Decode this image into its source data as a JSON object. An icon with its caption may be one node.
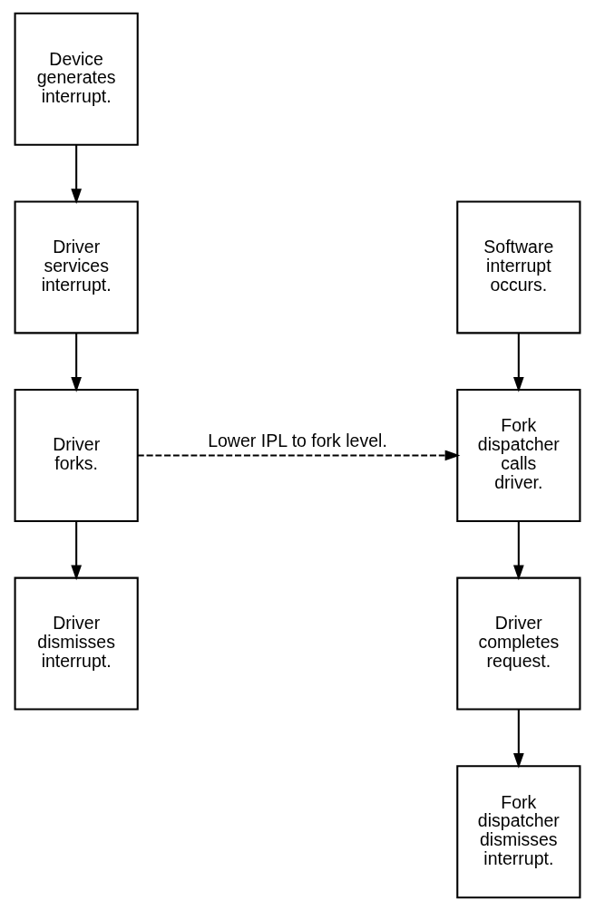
{
  "diagram": {
    "nodes": [
      {
        "text": [
          "Device generates interrupt."
        ]
      },
      {
        "text": [
          "Driver services interrupt."
        ]
      },
      {
        "text": [
          "Driver forks."
        ]
      },
      {
        "text": [
          "Driver dismisses interrupt."
        ]
      },
      {
        "text": [
          "Software interrupt occurs."
        ]
      },
      {
        "text": [
          "Fork dispatcher calls driver."
        ]
      },
      {
        "text": [
          "Driver completes request."
        ]
      },
      {
        "text": [
          "Fork dispatcher dismisses interrupt."
        ]
      }
    ],
    "edges": [
      {
        "from": 0,
        "to": 1,
        "arrow": "to"
      },
      {
        "from": 1,
        "to": 2,
        "arrow": "to"
      },
      {
        "from": 2,
        "to": 3,
        "arrow": "to"
      },
      {
        "from": 4,
        "to": 5,
        "arrow": "to"
      },
      {
        "from": 2,
        "to": 5,
        "arrow": "to",
        "label": "Lower IPL to fork level.",
        "style": "dashed"
      },
      {
        "from": 5,
        "to": 6,
        "arrow": "to"
      },
      {
        "from": 6,
        "to": 7,
        "arrow": "to"
      }
    ]
  }
}
